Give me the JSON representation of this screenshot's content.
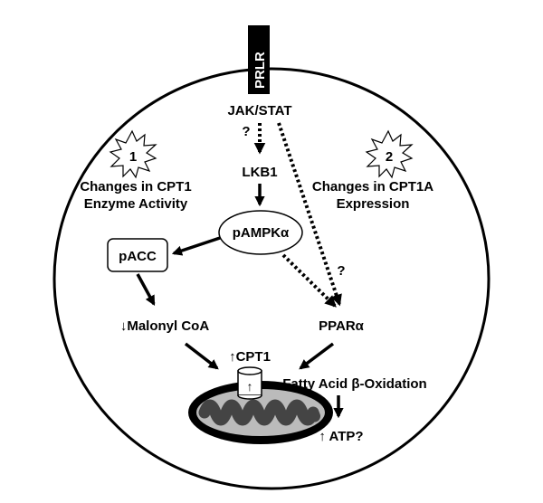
{
  "receptor": "PRLR",
  "nodes": {
    "jak_stat": "JAK/STAT",
    "q_top": "?",
    "lkb1": "LKB1",
    "pampk": "pAMPKα",
    "pacc": "pACC",
    "q_mid": "?",
    "malonyl": "↓Malonyl CoA",
    "ppar": "PPARα",
    "cpt1": "↑CPT1",
    "cpt1_arrow": "↑",
    "fao": "Fatty Acid β-Oxidation",
    "atp": "↑ ATP?"
  },
  "callouts": [
    {
      "number": "1",
      "line1": "Changes in CPT1",
      "line2": "Enzyme Activity"
    },
    {
      "number": "2",
      "line1": "Changes in CPT1A",
      "line2": "Expression"
    }
  ]
}
